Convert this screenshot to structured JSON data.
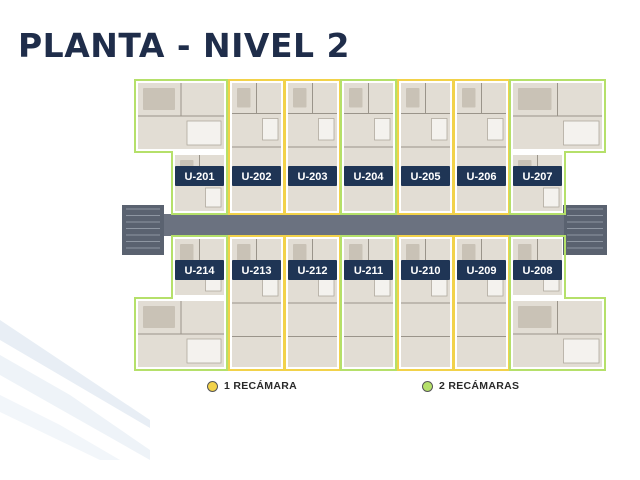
{
  "title": "PLANTA - NIVEL 2",
  "colors": {
    "one_bedroom": "#f2d24a",
    "two_bedroom": "#b5e06a",
    "label_bg": "#1f3555",
    "label_text": "#ffffff",
    "title": "#1f2d4a"
  },
  "legend": [
    {
      "label": "1 RECÁMARA",
      "color": "#f2d24a"
    },
    {
      "label": "2 RECÁMARAS",
      "color": "#b5e06a"
    }
  ],
  "top_units": [
    {
      "id": "U-201",
      "type": "2_recamaras"
    },
    {
      "id": "U-202",
      "type": "1_recamara"
    },
    {
      "id": "U-203",
      "type": "1_recamara"
    },
    {
      "id": "U-204",
      "type": "2_recamaras"
    },
    {
      "id": "U-205",
      "type": "1_recamara"
    },
    {
      "id": "U-206",
      "type": "1_recamara"
    },
    {
      "id": "U-207",
      "type": "2_recamaras"
    }
  ],
  "bottom_units": [
    {
      "id": "U-214",
      "type": "2_recamaras"
    },
    {
      "id": "U-213",
      "type": "1_recamara"
    },
    {
      "id": "U-212",
      "type": "1_recamara"
    },
    {
      "id": "U-211",
      "type": "2_recamaras"
    },
    {
      "id": "U-210",
      "type": "1_recamara"
    },
    {
      "id": "U-209",
      "type": "1_recamara"
    },
    {
      "id": "U-208",
      "type": "2_recamaras"
    }
  ]
}
